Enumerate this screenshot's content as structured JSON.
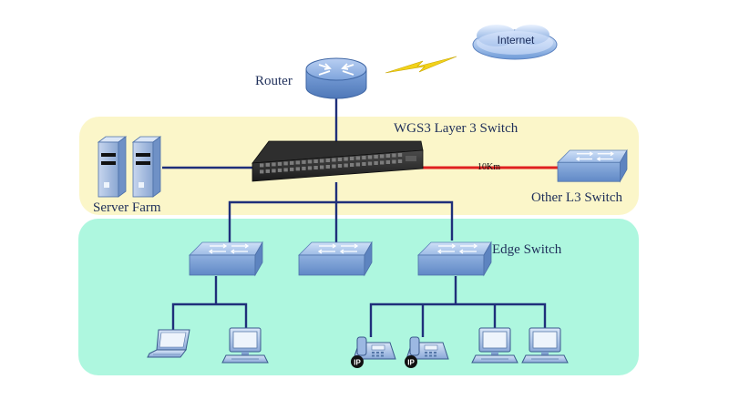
{
  "labels": {
    "internet": "Internet",
    "router": "Router",
    "l3_switch": "WGS3 Layer 3 Switch",
    "server_farm": "Server Farm",
    "link_distance": "10Km",
    "other_l3": "Other L3 Switch",
    "edge_switch": "Edge Switch",
    "ip_badge": "IP"
  },
  "colors": {
    "core_zone": "#fbf6c9",
    "edge_zone": "#aef7df",
    "link": "#1f2f7a",
    "long_link": "#e02020",
    "lightning": "#f2d21a"
  },
  "icons": {
    "cloud": "cloud-icon",
    "router": "router-icon",
    "server": "server-tower-icon",
    "core_switch": "rack-switch-icon",
    "switch": "switch-icon",
    "laptop": "laptop-icon",
    "desktop": "desktop-computer-icon",
    "ip_phone": "ip-phone-icon",
    "lightning": "lightning-icon"
  }
}
